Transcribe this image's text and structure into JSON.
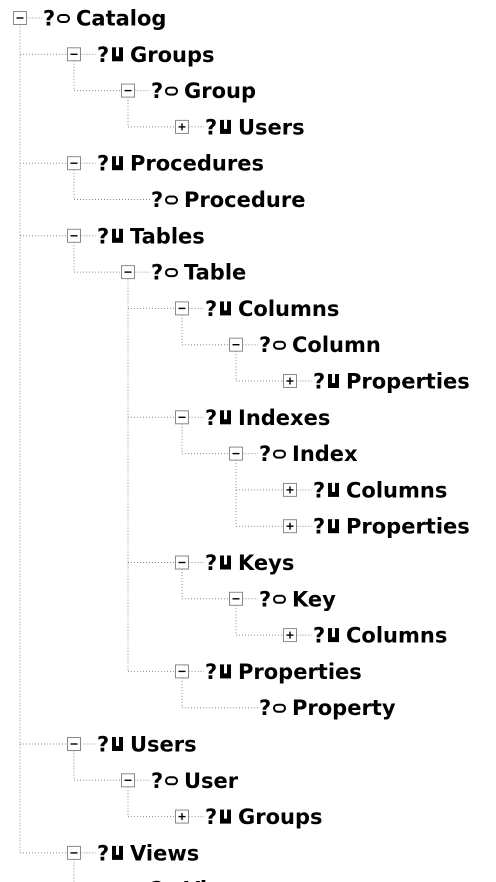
{
  "tree": {
    "nodes": [
      {
        "label": "Catalog",
        "marker": "?",
        "icon": "object-icon",
        "level": 0,
        "expander": "collapse",
        "parent": null
      },
      {
        "label": "Groups",
        "marker": "?",
        "icon": "collection-icon",
        "level": 1,
        "expander": "collapse",
        "parent": 0
      },
      {
        "label": "Group",
        "marker": "?",
        "icon": "object-icon",
        "level": 2,
        "expander": "collapse",
        "parent": 1
      },
      {
        "label": "Users",
        "marker": "?",
        "icon": "collection-icon",
        "level": 3,
        "expander": "expand",
        "parent": 2
      },
      {
        "label": "Procedures",
        "marker": "?",
        "icon": "collection-icon",
        "level": 1,
        "expander": "collapse",
        "parent": 0
      },
      {
        "label": "Procedure",
        "marker": "?",
        "icon": "object-icon",
        "level": 2,
        "expander": "none",
        "parent": 4
      },
      {
        "label": "Tables",
        "marker": "?",
        "icon": "collection-icon",
        "level": 1,
        "expander": "collapse",
        "parent": 0
      },
      {
        "label": "Table",
        "marker": "?",
        "icon": "object-icon",
        "level": 2,
        "expander": "collapse",
        "parent": 6
      },
      {
        "label": "Columns",
        "marker": "?",
        "icon": "collection-icon",
        "level": 3,
        "expander": "collapse",
        "parent": 7
      },
      {
        "label": "Column",
        "marker": "?",
        "icon": "object-icon",
        "level": 4,
        "expander": "collapse",
        "parent": 8
      },
      {
        "label": "Properties",
        "marker": "?",
        "icon": "collection-icon",
        "level": 5,
        "expander": "expand",
        "parent": 9
      },
      {
        "label": "Indexes",
        "marker": "?",
        "icon": "collection-icon",
        "level": 3,
        "expander": "collapse",
        "parent": 7
      },
      {
        "label": "Index",
        "marker": "?",
        "icon": "object-icon",
        "level": 4,
        "expander": "collapse",
        "parent": 11
      },
      {
        "label": "Columns",
        "marker": "?",
        "icon": "collection-icon",
        "level": 5,
        "expander": "expand",
        "parent": 12
      },
      {
        "label": "Properties",
        "marker": "?",
        "icon": "collection-icon",
        "level": 5,
        "expander": "expand",
        "parent": 12
      },
      {
        "label": "Keys",
        "marker": "?",
        "icon": "collection-icon",
        "level": 3,
        "expander": "collapse",
        "parent": 7
      },
      {
        "label": "Key",
        "marker": "?",
        "icon": "object-icon",
        "level": 4,
        "expander": "collapse",
        "parent": 15
      },
      {
        "label": "Columns",
        "marker": "?",
        "icon": "collection-icon",
        "level": 5,
        "expander": "expand",
        "parent": 16
      },
      {
        "label": "Properties",
        "marker": "?",
        "icon": "collection-icon",
        "level": 3,
        "expander": "collapse",
        "parent": 7
      },
      {
        "label": "Property",
        "marker": "?",
        "icon": "object-icon",
        "level": 4,
        "expander": "none",
        "parent": 18
      },
      {
        "label": "Users",
        "marker": "?",
        "icon": "collection-icon",
        "level": 1,
        "expander": "collapse",
        "parent": 0
      },
      {
        "label": "User",
        "marker": "?",
        "icon": "object-icon",
        "level": 2,
        "expander": "collapse",
        "parent": 20
      },
      {
        "label": "Groups",
        "marker": "?",
        "icon": "collection-icon",
        "level": 3,
        "expander": "expand",
        "parent": 21
      },
      {
        "label": "Views",
        "marker": "?",
        "icon": "collection-icon",
        "level": 1,
        "expander": "collapse",
        "parent": 0
      },
      {
        "label": "View",
        "marker": "?",
        "icon": "object-icon",
        "level": 2,
        "expander": "none",
        "parent": 23
      }
    ]
  }
}
